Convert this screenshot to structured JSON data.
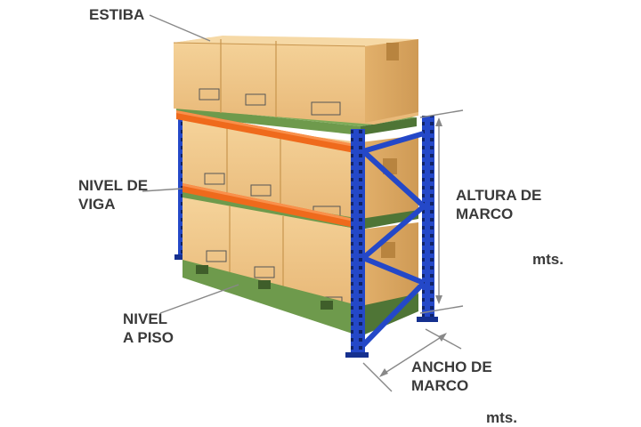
{
  "labels": {
    "estiba": "ESTIBA",
    "nivel_viga": [
      "NIVEL DE",
      "VIGA"
    ],
    "nivel_piso": [
      "NIVEL",
      "A PISO"
    ],
    "altura_marco": [
      "ALTURA DE",
      "MARCO"
    ],
    "ancho_marco": [
      "ANCHO DE",
      "MARCO"
    ],
    "unit_altura": "mts.",
    "unit_ancho": "mts."
  },
  "colors": {
    "upright": "#2448c8",
    "upright_dark": "#15308f",
    "beam": "#ef6a1c",
    "pallet": "#6e9a4c",
    "pallet_dark": "#4f7536",
    "box_front": "#f1c88a",
    "box_side": "#d9a862",
    "box_top": "#f6d9a6",
    "tape": "#c8954e",
    "leader": "#888888",
    "text": "#3a3a3a"
  },
  "icons": [
    "pallet-rack-illustration",
    "cardboard-box",
    "pallet",
    "upright-frame",
    "load-beam"
  ]
}
